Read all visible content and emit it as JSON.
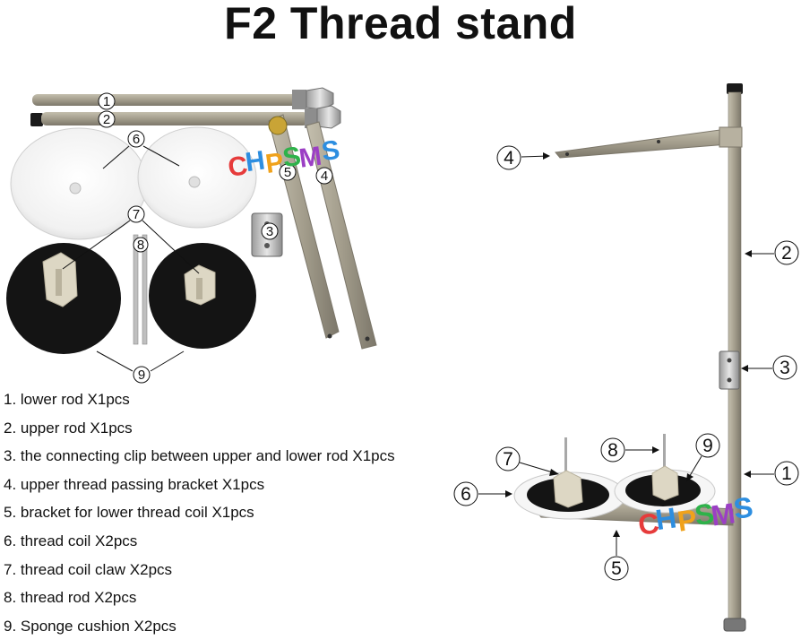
{
  "title": "F2 Thread stand",
  "legend": [
    "1. lower rod X1pcs",
    "2. upper rod X1pcs",
    "3. the connecting clip between upper and lower rod X1pcs",
    "4. upper thread passing bracket X1pcs",
    "5. bracket for lower thread coil X1pcs",
    "6. thread coil X2pcs",
    "7.  thread coil claw X2pcs",
    "8. thread rod X2pcs",
    "9. Sponge cushion X2pcs"
  ],
  "callouts": {
    "c1": "1",
    "c2": "2",
    "c3": "3",
    "c4": "4",
    "c5": "5",
    "c6": "6",
    "c7": "7",
    "c8": "8",
    "c9": "9"
  },
  "logo_text": "CHPSMS",
  "colors": {
    "rod": "#a39d8c",
    "rod_dark": "#7c776a",
    "disc_white": "#f4f4f4",
    "disc_black": "#141414",
    "claw": "#ddd7c4",
    "logo_c": "#e63b3b",
    "logo_h": "#2d8ee0",
    "logo_p": "#f0a21b",
    "logo_s": "#2eb24a",
    "logo_m": "#9b3fc4"
  }
}
